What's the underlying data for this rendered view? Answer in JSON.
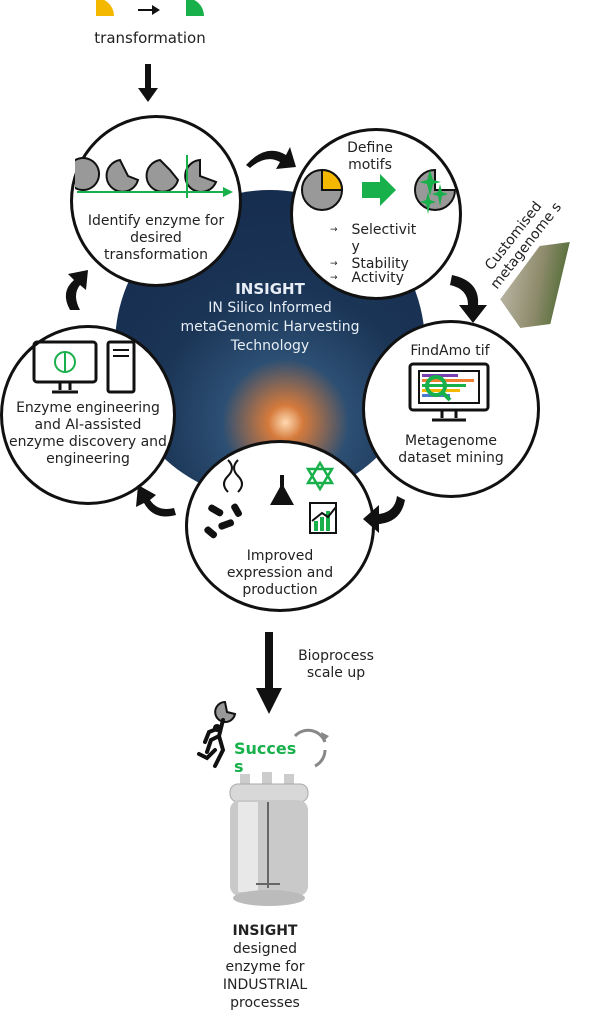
{
  "top": {
    "label": "transformation"
  },
  "center": {
    "title": "INSIGHT",
    "line1": "IN Silico Informed",
    "line2": "metaGenomic Harvesting",
    "line3": "Technology"
  },
  "steps": [
    {
      "label": "Identify enzyme for desired transformation"
    },
    {
      "title": "Define motifs",
      "bullets": [
        "Selectivit y",
        "Stability",
        "Activity"
      ]
    },
    {
      "tool": "FindAmo tif",
      "label": "Metagenome dataset mining"
    },
    {
      "label": "Improved expression and production"
    },
    {
      "label": "Enzyme engineering and AI-assisted enzyme discovery and engineering"
    }
  ],
  "side": {
    "customised": "Customised metagenome s"
  },
  "scaleup": {
    "label": "Bioprocess scale up",
    "success": "Succes s"
  },
  "bottom": {
    "title": "INSIGHT",
    "l1": "designed",
    "l2": "enzyme for",
    "l3": "INDUSTRIAL",
    "l4": "processes"
  },
  "colors": {
    "green": "#18b04a",
    "yellow": "#f5b800",
    "navy": "#13284a"
  }
}
